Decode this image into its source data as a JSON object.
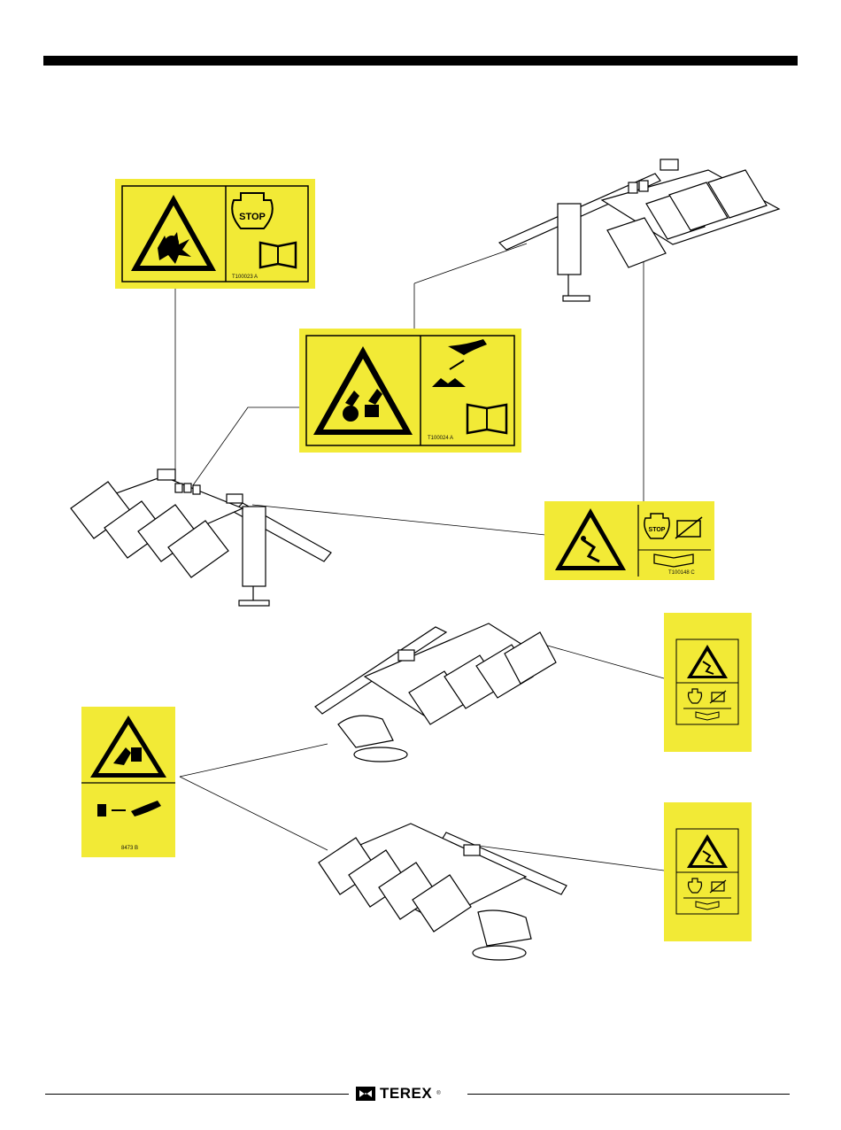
{
  "decals": {
    "explosion_stop": {
      "code": "T100023 A",
      "stop_text": "STOP"
    },
    "hot_surface_gloves": {
      "code": "T100024 A"
    },
    "electrocution": {
      "code": "T100148 C",
      "stop_text": "STOP"
    },
    "crush_hand": {
      "code": "8473 B"
    }
  },
  "brand": {
    "name": "TEREX",
    "reg": "®"
  },
  "colors": {
    "decal_yellow": "#f2ea36",
    "ink": "#000000"
  }
}
